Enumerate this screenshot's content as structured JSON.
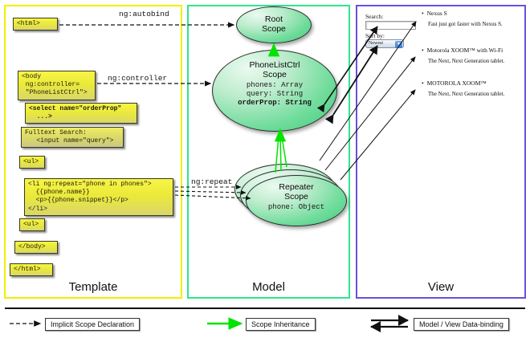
{
  "panels": {
    "template": {
      "title": "Template",
      "border_color": "#f2ef00"
    },
    "model": {
      "title": "Model",
      "border_color": "#2ee68c"
    },
    "view": {
      "title": "View",
      "border_color": "#6a4fe0"
    }
  },
  "template_code": [
    {
      "id": "html-open",
      "text": "<html>"
    },
    {
      "id": "body-open",
      "text": "<body\n ng:controller=\n \"PhoneListCtrl\">"
    },
    {
      "id": "select",
      "text": "<select name=\"orderProp\"\n  ...>"
    },
    {
      "id": "fulltext",
      "text": "Fulltext Search:\n   <input name=\"query\">"
    },
    {
      "id": "ul-open",
      "text": "<ul>"
    },
    {
      "id": "li-repeat",
      "text": "<li ng:repeat=\"phone in phones\">\n  {{phone.name}}\n  <p>{{phone.snippet}}</p>\n</li>"
    },
    {
      "id": "ul-close",
      "text": "<ul>"
    },
    {
      "id": "body-close",
      "text": "</body>"
    },
    {
      "id": "html-close",
      "text": "</html>"
    }
  ],
  "connectors": {
    "autobind": "ng:autobind",
    "controller": "ng:controller",
    "repeat": "ng:repeat"
  },
  "scopes": {
    "root": {
      "title_line1": "Root",
      "title_line2": "Scope",
      "props": []
    },
    "ctrl": {
      "title_line1": "PhoneListCtrl",
      "title_line2": "Scope",
      "props": [
        "phones: Array",
        "query: String"
      ],
      "bold_prop": "orderProp: String"
    },
    "repeater": {
      "title_line1": "Repeater",
      "title_line2": "Scope",
      "props": [
        "phone: Object"
      ]
    }
  },
  "view": {
    "search_label": "Search:",
    "search_value": "",
    "sort_label": "Sort by:",
    "sort_selected": "Newest",
    "phones": [
      {
        "name": "Nexus S",
        "snippet": "Fast just got faster with Nexus S."
      },
      {
        "name": "Motorola XOOM™  with Wi-Fi",
        "snippet": "The Next, Next Generation tablet."
      },
      {
        "name": "MOTOROLA XOOM™",
        "snippet": "The Next, Next Generation tablet."
      }
    ]
  },
  "legend": [
    {
      "id": "implicit",
      "label": "Implicit Scope Declaration",
      "style": "dashed-arrow",
      "color": "#111111"
    },
    {
      "id": "inheritance",
      "label": "Scope Inheritance",
      "style": "solid-arrow",
      "color": "#00ee00"
    },
    {
      "id": "databinding",
      "label": "Model / View Data-binding",
      "style": "double-arrow",
      "color": "#111111"
    }
  ]
}
